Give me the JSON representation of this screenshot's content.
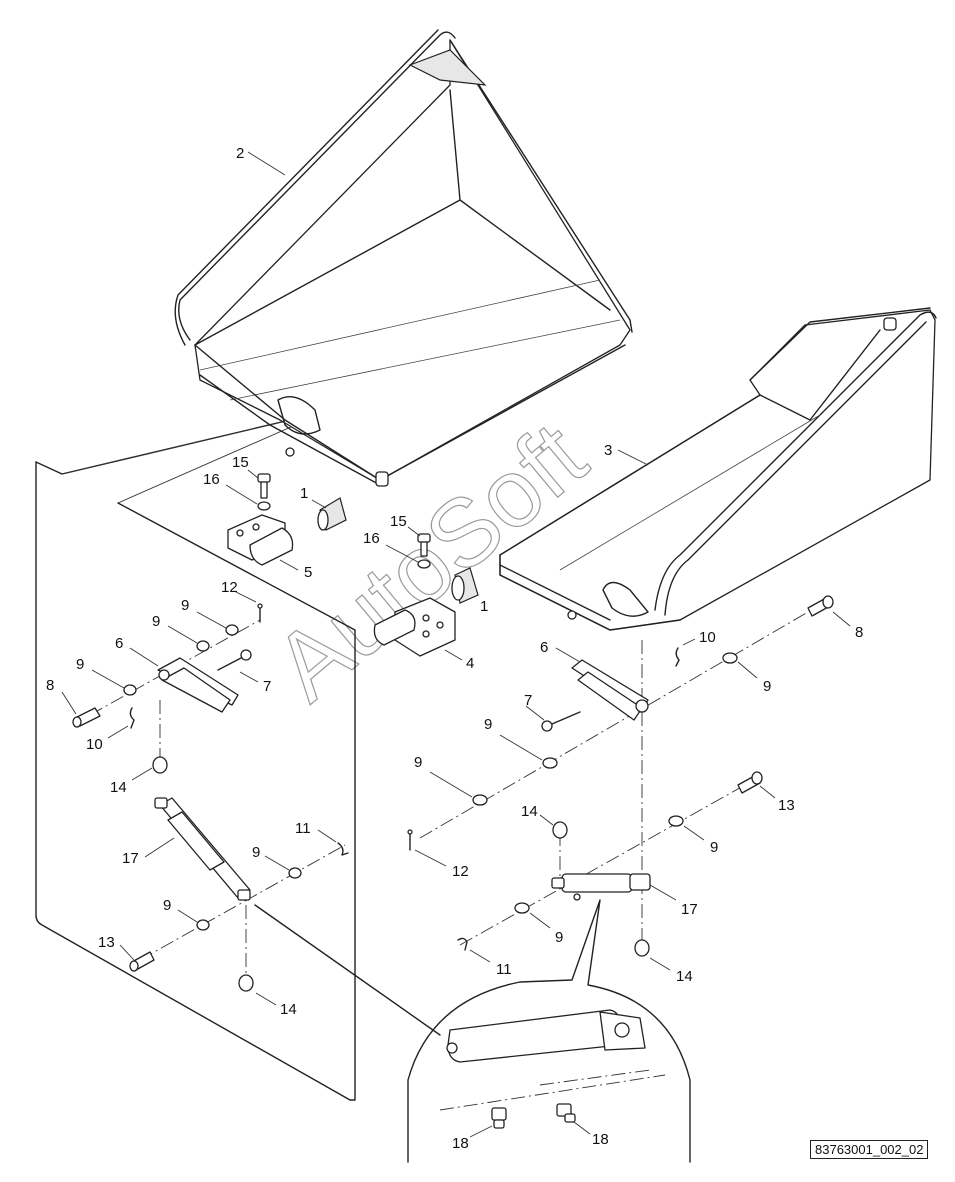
{
  "diagram": {
    "reference_code": "83763001_002_02",
    "watermark": "AutoSoft",
    "callouts": {
      "c2": "2",
      "c3": "3",
      "c15a": "15",
      "c16a": "16",
      "c1a": "1",
      "c5": "5",
      "c15b": "15",
      "c16b": "16",
      "c1b": "1",
      "c4": "4",
      "c12a": "12",
      "c9a": "9",
      "c9b": "9",
      "c6a": "6",
      "c9c": "9",
      "c8a": "8",
      "c7a": "7",
      "c10a": "10",
      "c14a": "14",
      "c11a": "11",
      "c17a": "17",
      "c9d": "9",
      "c9e": "9",
      "c13a": "13",
      "c14b": "14",
      "c6b": "6",
      "c10b": "10",
      "c8b": "8",
      "c9f": "9",
      "c7b": "7",
      "c9g": "9",
      "c9h": "9",
      "c12b": "12",
      "c14c": "14",
      "c13b": "13",
      "c9i": "9",
      "c17b": "17",
      "c9j": "9",
      "c11b": "11",
      "c14d": "14",
      "c18a": "18",
      "c18b": "18"
    }
  }
}
